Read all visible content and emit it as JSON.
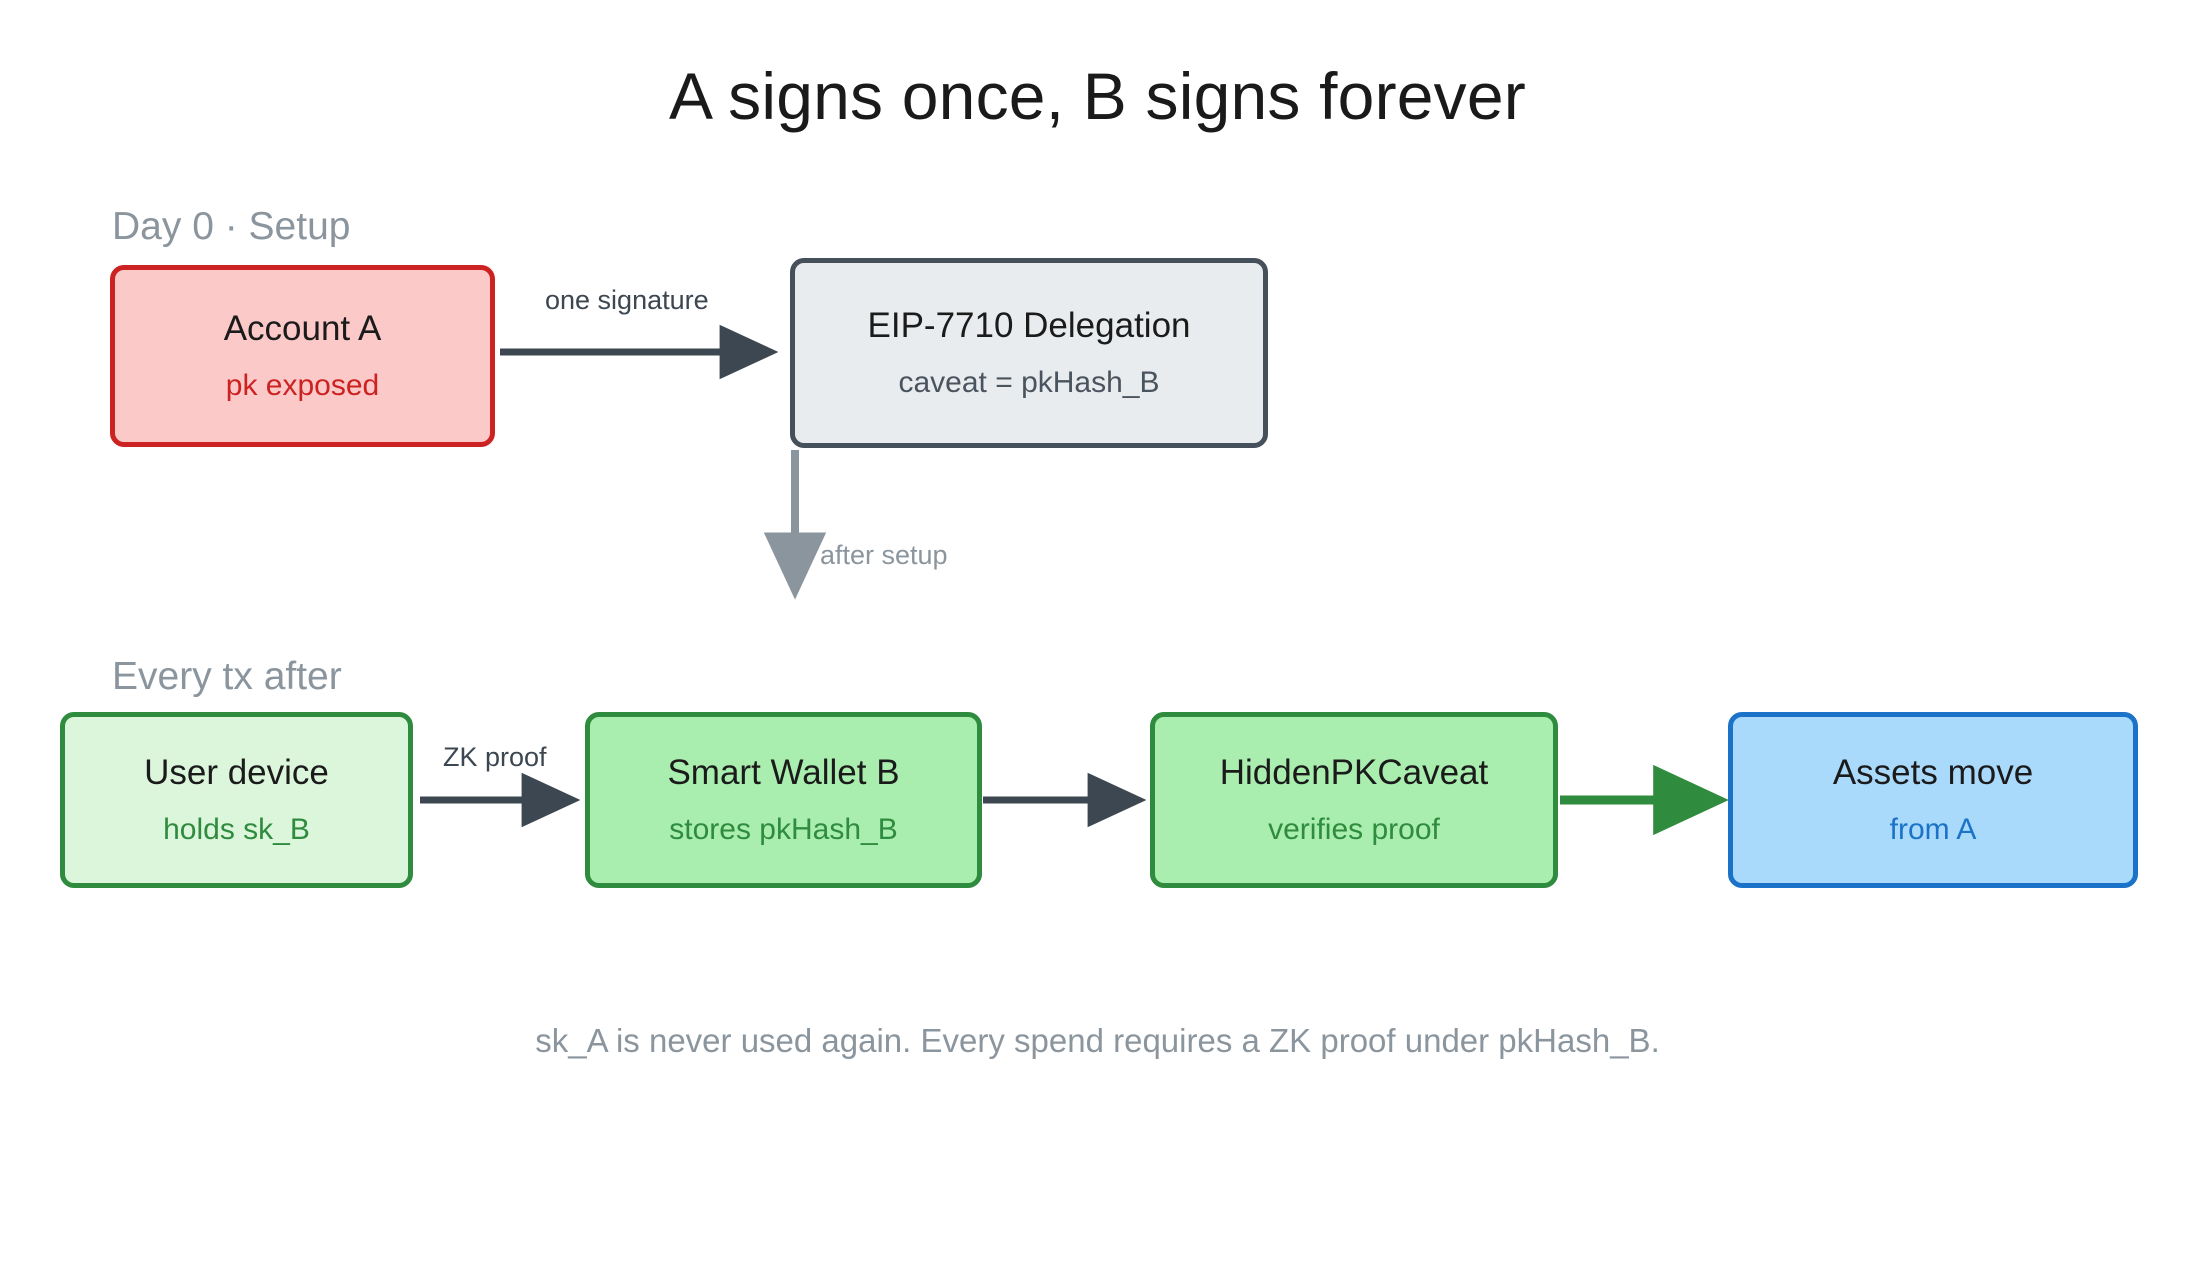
{
  "diagram": {
    "title": "A signs once, B signs forever",
    "footer_note": "sk_A is never used again. Every spend requires a ZK proof under pkHash_B.",
    "phases": [
      {
        "id": "setup",
        "label": "Day 0  ·  Setup"
      },
      {
        "id": "every_tx",
        "label": "Every tx after"
      }
    ],
    "nodes": [
      {
        "id": "account_a",
        "title": "Account A",
        "subtitle": "pk exposed",
        "fill": "#fcc9c9",
        "border": "#cc2222",
        "subtitle_color": "#cc2222"
      },
      {
        "id": "delegation",
        "title": "EIP-7710 Delegation",
        "subtitle": "caveat = pkHash_B",
        "fill": "#e8ecee",
        "border": "#46505a",
        "subtitle_color": "#4a545e"
      },
      {
        "id": "user_device",
        "title": "User device",
        "subtitle": "holds sk_B",
        "fill": "#dcf6dc",
        "border": "#2f8b3e",
        "subtitle_color": "#2f8b3e"
      },
      {
        "id": "smart_wallet",
        "title": "Smart Wallet B",
        "subtitle": "stores pkHash_B",
        "fill": "#a9eeae",
        "border": "#2f8b3e",
        "subtitle_color": "#2f8b3e"
      },
      {
        "id": "caveat",
        "title": "HiddenPKCaveat",
        "subtitle": "verifies proof",
        "fill": "#a9eeae",
        "border": "#2f8b3e",
        "subtitle_color": "#2f8b3e"
      },
      {
        "id": "assets",
        "title": "Assets move",
        "subtitle": "from A",
        "fill": "#a9d9fb",
        "border": "#1a73c8",
        "subtitle_color": "#1a73c8"
      }
    ],
    "edges": [
      {
        "id": "a_to_delegation",
        "from": "account_a",
        "to": "delegation",
        "label": "one signature",
        "color": "#3d4752",
        "direction": "horizontal"
      },
      {
        "id": "delegation_to_row2",
        "from": "delegation",
        "to": "user_device",
        "label": "after setup",
        "color": "#8b959e",
        "direction": "vertical"
      },
      {
        "id": "device_to_wallet",
        "from": "user_device",
        "to": "smart_wallet",
        "label": "ZK proof",
        "color": "#3d4752",
        "direction": "horizontal"
      },
      {
        "id": "wallet_to_caveat",
        "from": "smart_wallet",
        "to": "caveat",
        "label": "",
        "color": "#3d4752",
        "direction": "horizontal"
      },
      {
        "id": "caveat_to_assets",
        "from": "caveat",
        "to": "assets",
        "label": "",
        "color": "#2f8b3e",
        "direction": "horizontal"
      }
    ]
  }
}
